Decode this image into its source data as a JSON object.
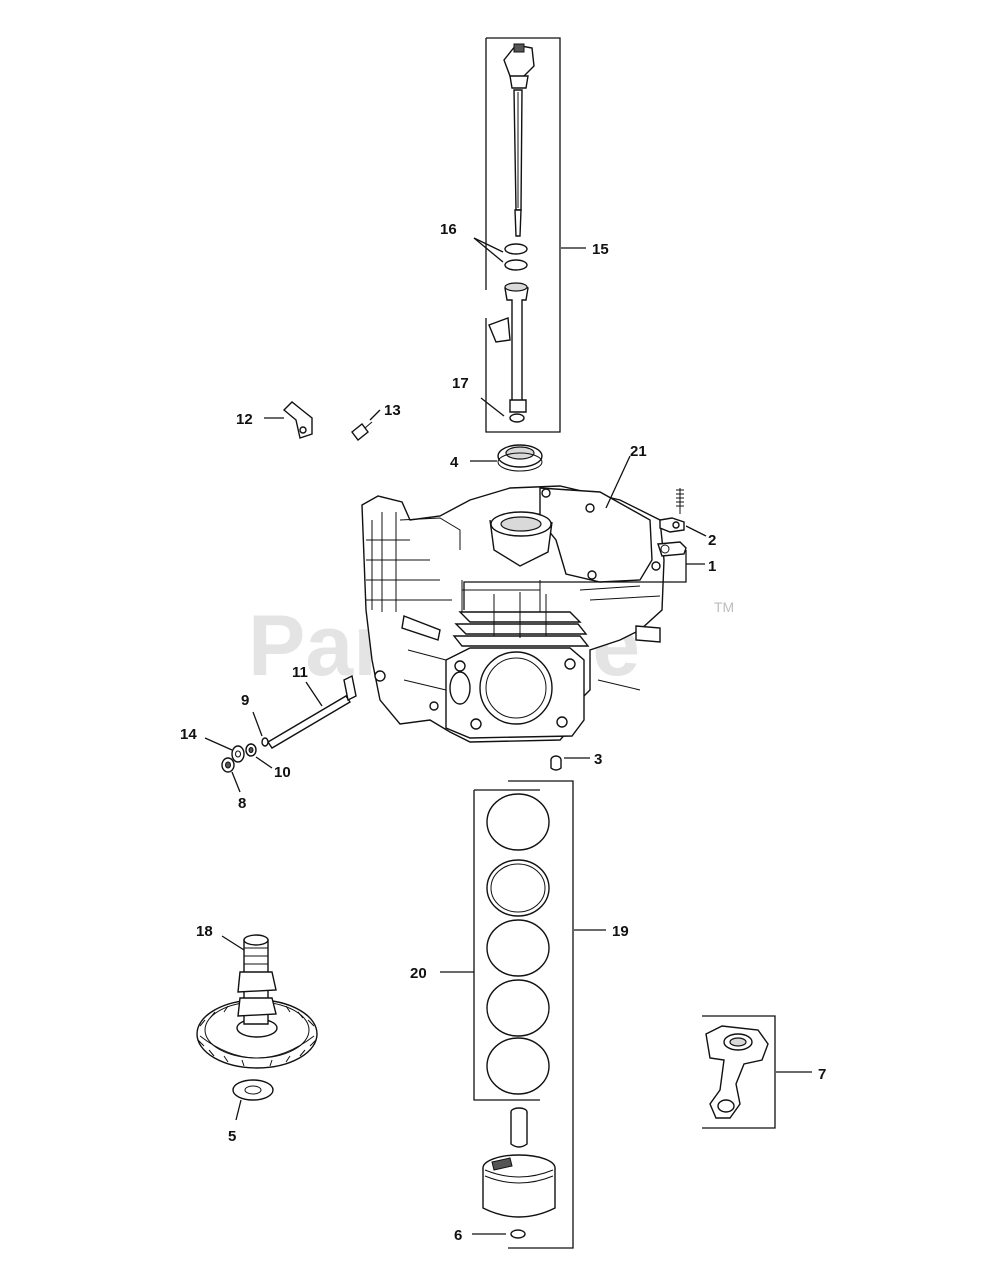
{
  "watermark": {
    "text": "PartsTree",
    "tm": "TM"
  },
  "callouts": {
    "c1": "1",
    "c2": "2",
    "c3": "3",
    "c4": "4",
    "c5": "5",
    "c6": "6",
    "c7": "7",
    "c8": "8",
    "c9": "9",
    "c10": "10",
    "c11": "11",
    "c12": "12",
    "c13": "13",
    "c14": "14",
    "c15": "15",
    "c16": "16",
    "c17": "17",
    "c18": "18",
    "c19": "19",
    "c20": "20",
    "c21": "21"
  }
}
